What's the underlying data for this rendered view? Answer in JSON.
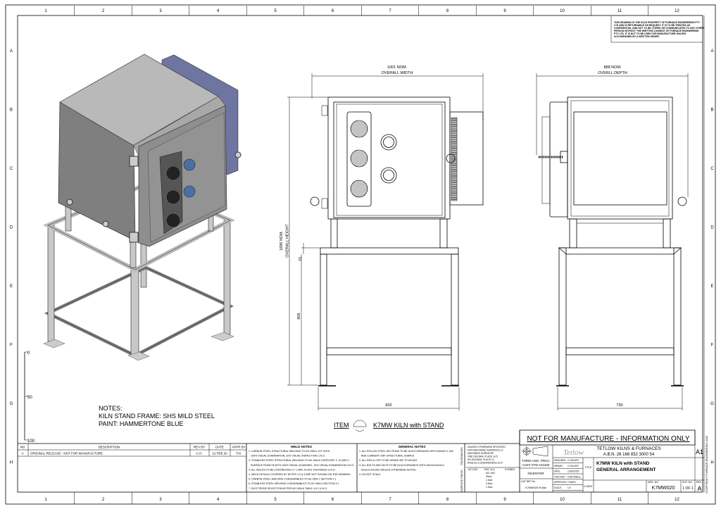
{
  "sheet": {
    "columns": [
      "1",
      "2",
      "3",
      "4",
      "5",
      "6",
      "7",
      "8",
      "9",
      "10",
      "11",
      "12"
    ],
    "rows": [
      "A",
      "B",
      "C",
      "D",
      "E",
      "F",
      "G",
      "H"
    ],
    "copyright_text": "THIS DRAWING IS THE SOLE PROPERTY OF FURNACE ENGINEERING PTY LTD AND IS RETURNABLE ON REQUEST. IT IS TO BE TREATED AS CONFIDENTIAL AND NOT TO BE COPIED OR COMMUNICATED TO ANY OTHER PERSON WITHOUT THE WRITTEN CONSENT OF FURNACE ENGINEERING PTY LTD. IT IS NOT TO BE USED FOR MANUFACTURE UNLESS ACCOMPANIED BY A WRITTEN ORDER.",
    "side_copyright": "©COPYRIGHT FURNACE ENGINEERING 2020"
  },
  "front_view": {
    "width_dim": "1001 NOM.",
    "width_label": "OVERALL WIDTH",
    "height_dim": "1696 NOM.",
    "height_label": "OVERALL HEIGHT",
    "dim_15": "15",
    "dim_805": "805",
    "dim_820": "820"
  },
  "side_view": {
    "depth_dim": "888 NOM.",
    "depth_label": "OVERLL DEPTH",
    "dim_730": "730"
  },
  "scale_bar": {
    "labels": [
      "0",
      "50",
      "100"
    ]
  },
  "notes": {
    "heading": "NOTES:",
    "lines": [
      "KILN STAND FRAME: SHS MILD STEEL",
      "PAINT: HAMMERTONE BLUE"
    ]
  },
  "item": {
    "label": "ITEM",
    "name": "K7MW KILN with STAND"
  },
  "revision_table": {
    "headers": [
      "NO",
      "DESCRIPTION",
      "REV BY",
      "DATE",
      "APPR BY"
    ],
    "rows": [
      [
        "A",
        "ORIGINAL RELEASE - NOT FOR MANUFACTURE",
        "C.H.",
        "12 FEB 20",
        "T.N."
      ]
    ]
  },
  "weld_notes": {
    "title": "WELD NOTES",
    "items": [
      "1. CARBON STEEL STRUCTURAL WELDING TO AS 1554.1 S.P. WITH",
      "   100% VISUAL EXAMINATION, 10% VISUAL INSPECTION U.N.O.",
      "2. STAINLESS STEEL STRUCTURAL WELDING TO AS 1554.6 CATEGORY 2, CLASS C.",
      "   SURFACE FINISH B WITH 100% VISUAL SCANNING, 10% VISUAL EXAMINATION U.N.O.",
      "3. ALL WELDS TO BE CONTINUOUS 0.7 x MIN. PLATE THICKNESS U.N.O.",
      "4. WELD DETAILS COVERED BY NOTES 1,2 & 3 ARE NOT SHOWN ON THE DRAWING",
      "5. CARBON STEEL WELDING CONSUMABLES TO AS 1554.1 SECTION 2.1",
      "6. STAINLESS STEEL WELDING CONSUMABLES TO AS 1554.6 SECTION 3.1",
      "7. ELECTRODE SELECTION AS PER AS 1554.6 TABLE 4.5.1 U.N.O."
    ]
  },
  "general_notes": {
    "title": "GENERAL NOTES",
    "items": [
      "1. ALL ROLLED STEEL SECTIONS TO BE IN ACCORDANCE WITH AS/NZS 1-300",
      "   AND CURRENT OHP STRUCTURAL SHAPES",
      "2. ALL RHS & CHS TO BE GRADE 350 TO AS1163",
      "3. ALL BOLTS AND NUTS TO BE IN ACCORDANCE WITH AS1111/AS1112,",
      "   AS1110,AS1252 UNLESS OTHERWISE NOTED.",
      "4. DO NOT SCALE"
    ]
  },
  "tolerances": {
    "side_label": "TOLERANCES",
    "finish_label": "SURFACE FINISH",
    "lines": [
      "UNLESS OTHERWISE SPECIFIED",
      "NON MACHINED SURFACES ±2",
      "MACHINED SURFACES",
      "ONE DECIMAL PLACE ±0.5",
      "NO DECIMAL PLACE ±1",
      "ANGLES & SQUARENESS ±0.5°"
    ],
    "finish_headers": [
      "AS 1100",
      "RA1 CLA",
      "SYMBOL"
    ],
    "finish_values": [
      "NO. M/C",
      "25um",
      "1.6um",
      "0.8um",
      "1.6um"
    ]
  },
  "title_block": {
    "banner": "NOT FOR MANUFACTURE - INFORMATION ONLY",
    "logo": "Tetlow",
    "company": "TETLOW KILNS & FURNACES",
    "abn": "A.B.N. 26 166 832 3000 54",
    "sheet_size": "A1",
    "projection": "THIRD ANG. PROJ.",
    "standard": "AUST STD AS1100",
    "inventor": "INVENTOR",
    "cat_ref_label": "CAT REF No",
    "cat_ref": "K7MW020 B.idw",
    "fields": [
      {
        "label": "DESIGNED",
        "value": "C.HILLIER"
      },
      {
        "label": "DRAWN",
        "value": "C.HILLIER"
      },
      {
        "label": "DATE",
        "value": "12/02/2020"
      },
      {
        "label": "CHECKED",
        "value": "D.BICKNELL"
      },
      {
        "label": "APPROVED",
        "value": "T.NASH"
      },
      {
        "label": "SCALE",
        "value": "1:5"
      }
    ],
    "title_label": "TITLE",
    "title_line1": "K7MW KILN with STAND",
    "title_line2": "GENERAL ARRANGEMENT",
    "client_label": "CLIENT",
    "drg_no_label": "DRG. NO.",
    "drg_no": "K7MW020",
    "sht_no_label": "SHT. NO.",
    "sht_no": "1 OF 1",
    "rev_label": "REV",
    "rev": "A"
  },
  "colors": {
    "kiln_body": "#8a8a8a",
    "kiln_top": "#b9b9b9",
    "panel_blue": "#6e75a0",
    "knob_blue": "#4d6fa0",
    "stand": "#c9c9c9"
  }
}
